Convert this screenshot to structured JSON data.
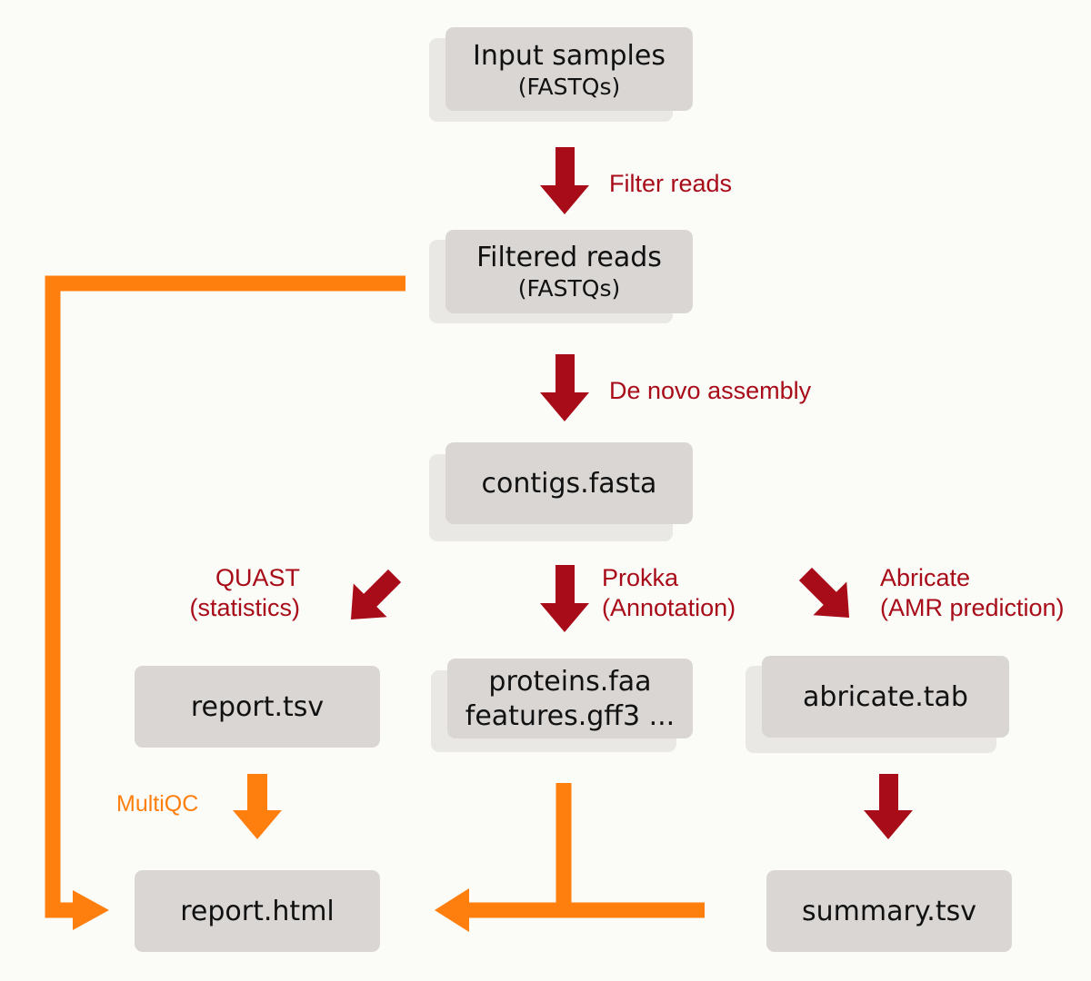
{
  "nodes": {
    "input_samples": {
      "line1": "Input samples",
      "line2": "(FASTQs)"
    },
    "filtered_reads": {
      "line1": "Filtered reads",
      "line2": "(FASTQs)"
    },
    "contigs": {
      "label": "contigs.fasta"
    },
    "report_tsv": {
      "label": "report.tsv"
    },
    "proteins": {
      "line1": "proteins.faa",
      "line2": "features.gff3 ..."
    },
    "abricate_tab": {
      "label": "abricate.tab"
    },
    "report_html": {
      "label": "report.html"
    },
    "summary_tsv": {
      "label": "summary.tsv"
    }
  },
  "edges": {
    "filter_reads": "Filter reads",
    "de_novo_assembly": "De novo assembly",
    "quast": {
      "line1": "QUAST",
      "line2": "(statistics)"
    },
    "prokka": {
      "line1": "Prokka",
      "line2": "(Annotation)"
    },
    "abricate": {
      "line1": "Abricate",
      "line2": "(AMR prediction)"
    },
    "multiqc": "MultiQC"
  },
  "colors": {
    "box": "#d9d6d3",
    "box_shadow": "#e9e8e4",
    "red_arrow": "#a80c18",
    "orange_arrow": "#ff7f0e",
    "background": "#fbfbf8"
  }
}
